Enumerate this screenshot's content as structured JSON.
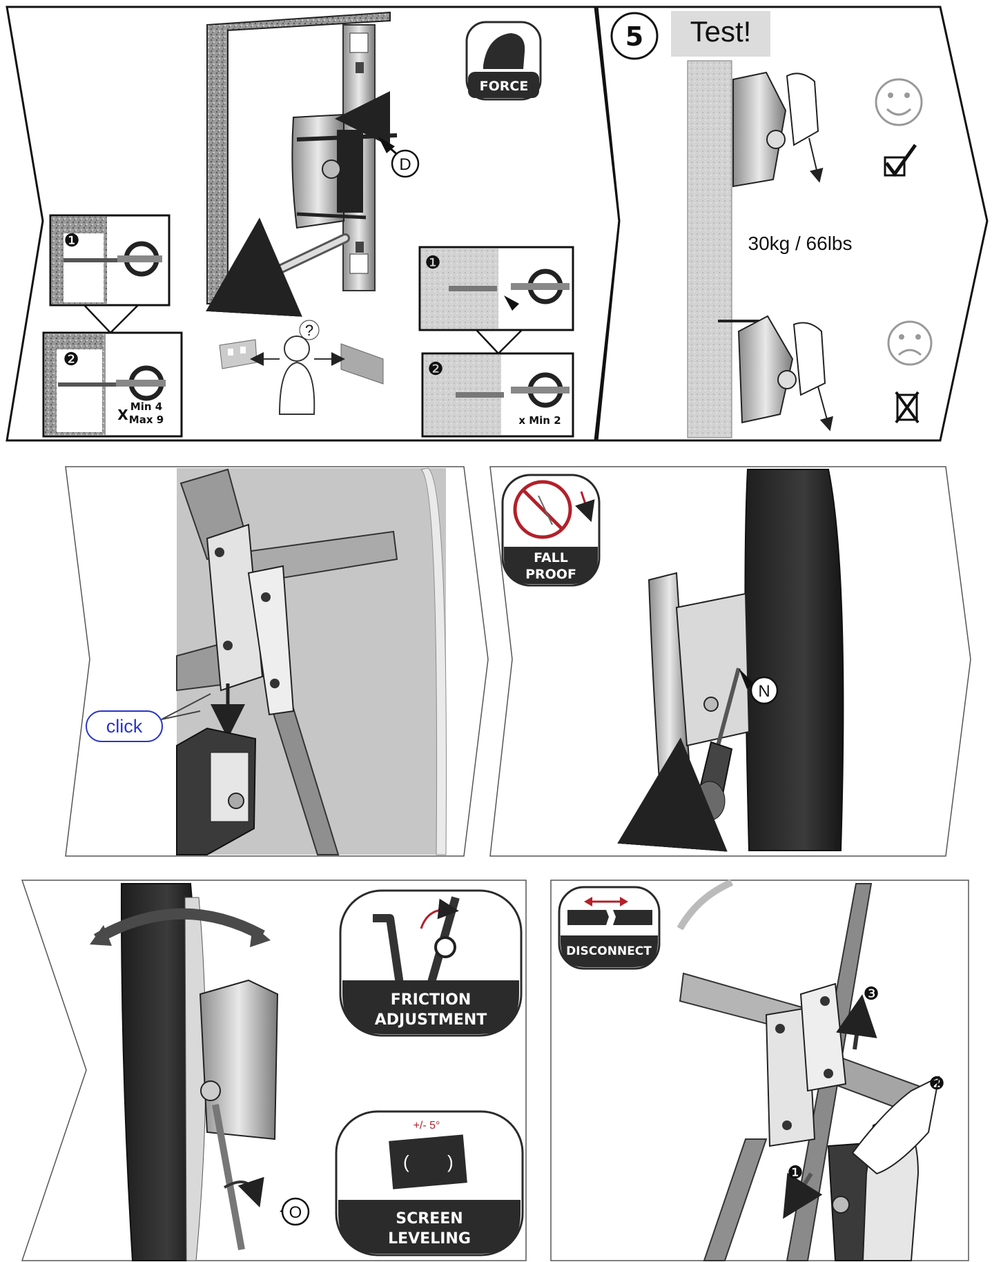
{
  "step1": {
    "force_badge": "FORCE",
    "callout_d": "D",
    "left_box1_num": "❶",
    "left_box2_num": "❷",
    "left_multiplier": "X",
    "left_min": "Min 4",
    "left_max": "Max 9",
    "right_box1_num": "❶",
    "right_box2_num": "❷",
    "right_min": "x Min 2",
    "question_mark": "?"
  },
  "step5": {
    "step_number": "5",
    "title": "Test!",
    "load": "30kg / 66lbs"
  },
  "step_click": {
    "label": "click"
  },
  "step_fallproof": {
    "badge_line1": "FALL",
    "badge_line2": "PROOF",
    "callout_n": "N"
  },
  "step_adjust": {
    "friction_line1": "FRICTION",
    "friction_line2": "ADJUSTMENT",
    "leveling_angle": "+/- 5°",
    "leveling_line1": "SCREEN",
    "leveling_line2": "LEVELING",
    "callout_o": "O"
  },
  "step_disconnect": {
    "badge": "DISCONNECT",
    "num1": "❶",
    "num2": "❷",
    "num3": "❸"
  },
  "colors": {
    "ink": "#1a1a1a",
    "badge_dark": "#2b2b2b",
    "accent_red": "#b3202a",
    "link_blue": "#2a35c8",
    "wall": "#bdbdbd",
    "panel_grey": "#c8c8c8"
  }
}
